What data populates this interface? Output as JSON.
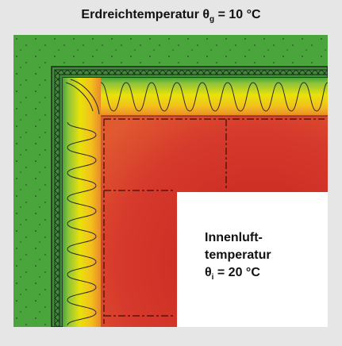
{
  "title": {
    "prefix": "Erdreichtemperatur ",
    "symbol": "θ",
    "subscript": "g",
    "value": " = 10 °C"
  },
  "inner_label": {
    "line1": "Innenluft-",
    "line2": "temperatur",
    "symbol": "θ",
    "subscript": "i",
    "value": " = 20 °C"
  },
  "colors": {
    "frame_background": "#e6e6e6",
    "soil": "#4aa63c",
    "insulation_cold": "#3aa83a",
    "insulation_warm": "#f0e800",
    "wall_warm": "#d8382a",
    "wall_core": "#c0261e",
    "room": "#ffffff"
  }
}
